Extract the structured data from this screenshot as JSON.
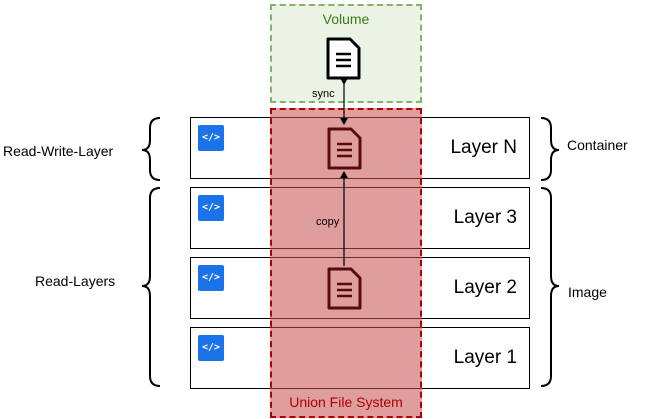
{
  "volume": {
    "label": "Volume"
  },
  "union_fs": {
    "label": "Union File System"
  },
  "layers": [
    {
      "label": "Layer N"
    },
    {
      "label": "Layer 3"
    },
    {
      "label": "Layer 2"
    },
    {
      "label": "Layer 1"
    }
  ],
  "code_icon_glyph": "</>",
  "braces": {
    "read_write": "Read-Write-Layer",
    "read_layers": "Read-Layers",
    "container": "Container",
    "image": "Image"
  },
  "arrows": {
    "sync": "sync",
    "copy": "copy"
  },
  "colors": {
    "volume_border": "#82b366",
    "volume_fill": "#eaf3e4",
    "ufs_border": "#b20000",
    "ufs_fill": "#c24e4e",
    "code_icon": "#1a73e8",
    "file_icon_dark": "#5a0a0a"
  },
  "icons": [
    "document-icon",
    "code-icon"
  ]
}
